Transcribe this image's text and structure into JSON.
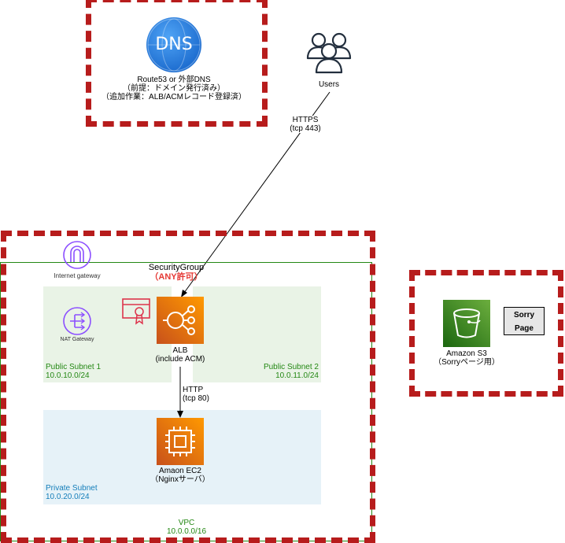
{
  "dns": {
    "icon_text": "DNS",
    "line1": "Route53 or 外部DNS",
    "line2": "（前提：ドメイン発行済み）",
    "line3": "（追加作業：ALB/ACMレコード登録済）"
  },
  "users": {
    "label": "Users"
  },
  "https_edge": {
    "line1": "HTTPS",
    "line2": "(tcp 443)"
  },
  "internet_gateway": {
    "label": "Internet gateway"
  },
  "security_group": {
    "line1": "SecurityGroup",
    "line2": "（ANY許可）"
  },
  "nat_gateway": {
    "label": "NAT Gateway"
  },
  "alb": {
    "line1": "ALB",
    "line2": "(include ACM)"
  },
  "public_subnet_1": {
    "name": "Public Subnet 1",
    "cidr": "10.0.10.0/24"
  },
  "public_subnet_2": {
    "name": "Public Subnet 2",
    "cidr": "10.0.11.0/24"
  },
  "http_edge": {
    "line1": "HTTP",
    "line2": "(tcp 80)"
  },
  "ec2": {
    "line1": "Amaon EC2",
    "line2": "（Nginxサーバ）"
  },
  "private_subnet": {
    "name": "Private Subnet",
    "cidr": "10.0.20.0/24"
  },
  "vpc": {
    "name": "VPC",
    "cidr": "10.0.0.0/16"
  },
  "s3": {
    "line1": "Amazon S3",
    "line2": "（Sorryページ用）"
  },
  "sorry_page": {
    "line1": "Sorry",
    "line2": "Page"
  },
  "colors": {
    "dashed_border": "#b71c1c",
    "vpc_green": "#248814",
    "subnet_blue_text": "#147eba",
    "aws_orange": "#e96b24",
    "s3_green": "#3f8624",
    "dns_blue": "#1f6fd1",
    "security_red": "#e53935",
    "gateway_purple": "#8c4fff"
  }
}
